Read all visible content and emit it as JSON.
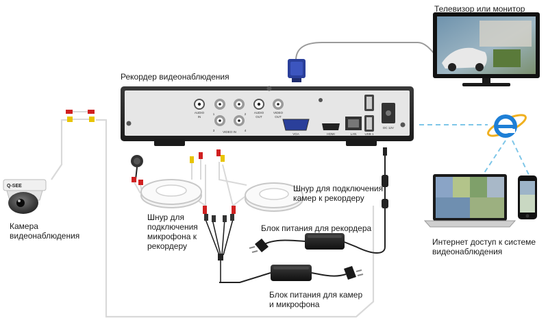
{
  "labels": {
    "tv": "Телевизор или монитор",
    "recorder": "Рекордер видеонаблюдения",
    "camera": "Камера\nвидеонаблюдения",
    "cable_cam": "Шнур для подключения\nкамер к рекордеру",
    "cable_mic": "Шнур для\nподключения\nмикрофона к\nрекордеру",
    "psu_recorder": "Блок питания для рекордера",
    "psu_cams": "Блок питания для камер\nи микрофона",
    "internet": "Интернет доступ к системе\nвидеонаблюдения"
  },
  "recorder_panel": {
    "audio_in": "AUDIO\nIN",
    "video_in": "VIDEO IN",
    "audio_out": "AUDIO\nOUT",
    "video_out": "VIDEO\nOUT",
    "vga": "VGA",
    "hdmi": "HDMI",
    "lan": "LAN",
    "usb": "USB 1",
    "dc": "DC 12V",
    "ch1": "1",
    "ch2": "2",
    "ch3": "3",
    "ch4": "4"
  },
  "camera_brand": "Q-SEE",
  "colors": {
    "recorder_body": "#2b2b2b",
    "panel": "#e6e6e6",
    "cable_white": "#dcdcdc",
    "cable_black": "#222222",
    "connector_red": "#d02020",
    "connector_yellow": "#e8c400",
    "vga_blue": "#2a3f9a",
    "internet_dash": "#7ec6e8",
    "ie_blue": "#1e7fd6"
  },
  "icons": [
    "tv-icon",
    "dvr-recorder-icon",
    "dome-camera-icon",
    "cable-coil-icon",
    "microphone-icon",
    "power-adapter-icon",
    "laptop-icon",
    "smartphone-icon",
    "internet-explorer-icon",
    "vga-connector-icon",
    "power-plug-icon"
  ]
}
